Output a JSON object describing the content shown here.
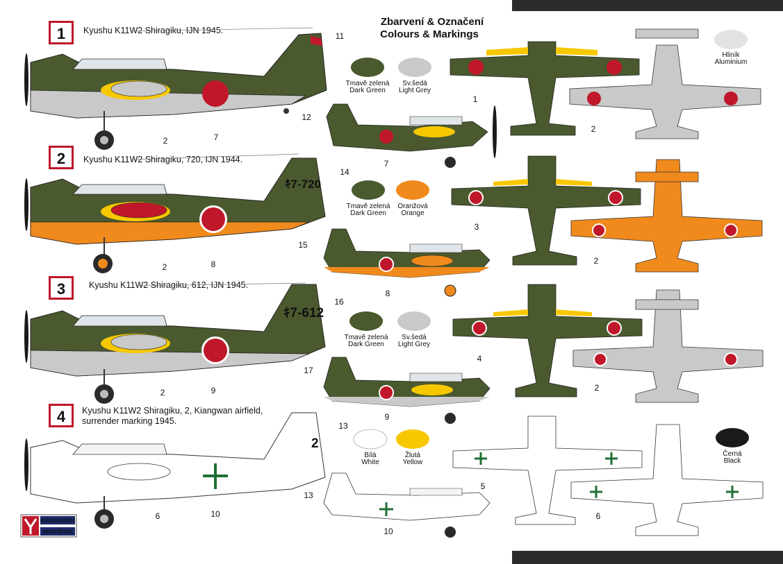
{
  "header": {
    "title_cz": "Zbarvení & Označení",
    "title_en": "Colours & Markings"
  },
  "colors": {
    "dark_green": "#4a5a2e",
    "light_grey": "#c9c9c9",
    "orange": "#f08a1c",
    "aluminium": "#e3e3e3",
    "white": "#ffffff",
    "yellow": "#f7c800",
    "black": "#1a1a1a",
    "hinomaru": "#c0172a",
    "cross_green": "#1e6e34"
  },
  "schemes": [
    {
      "badge": "1",
      "caption": "Kyushu K11W2 Shiragiku, IJN 1945.",
      "caption_line2": "",
      "registration": ""
    },
    {
      "badge": "2",
      "caption": "Kyushu K11W2 Shiragiku, 720, IJN 1944.",
      "caption_line2": "",
      "registration": "ｷ7-720"
    },
    {
      "badge": "3",
      "caption": "Kyushu K11W2 Shiragiku, 612, IJN 1945.",
      "caption_line2": "",
      "registration": "ｷ7-612"
    },
    {
      "badge": "4",
      "caption": "Kyushu K11W2 Shiragiku, 2, Kiangwan airfield,",
      "caption_line2": "surrender marking 1945.",
      "registration": "2"
    }
  ],
  "swatches": [
    {
      "cz": "Tmavě zelená",
      "en": "Dark Green"
    },
    {
      "cz": "Sv.šedá",
      "en": "Light Grey"
    },
    {
      "cz": "Tmavě zelená",
      "en": "Dark Green"
    },
    {
      "cz": "Oranžová",
      "en": "Orange"
    },
    {
      "cz": "Tmavě zelená",
      "en": "Dark Green"
    },
    {
      "cz": "Sv.šedá",
      "en": "Light Grey"
    },
    {
      "cz": "Bílá",
      "en": "White"
    },
    {
      "cz": "Žlutá",
      "en": "Yellow"
    },
    {
      "cz": "Hliník",
      "en": "Aluminium"
    },
    {
      "cz": "Černá",
      "en": "Black"
    }
  ],
  "callouts": [
    "1",
    "2",
    "3",
    "4",
    "5",
    "6",
    "7",
    "8",
    "9",
    "10",
    "11",
    "12",
    "13",
    "14",
    "15",
    "16",
    "17"
  ],
  "logo": {
    "line1": "KOVOZÁVODY",
    "line2": "PROSTĚJOV"
  }
}
